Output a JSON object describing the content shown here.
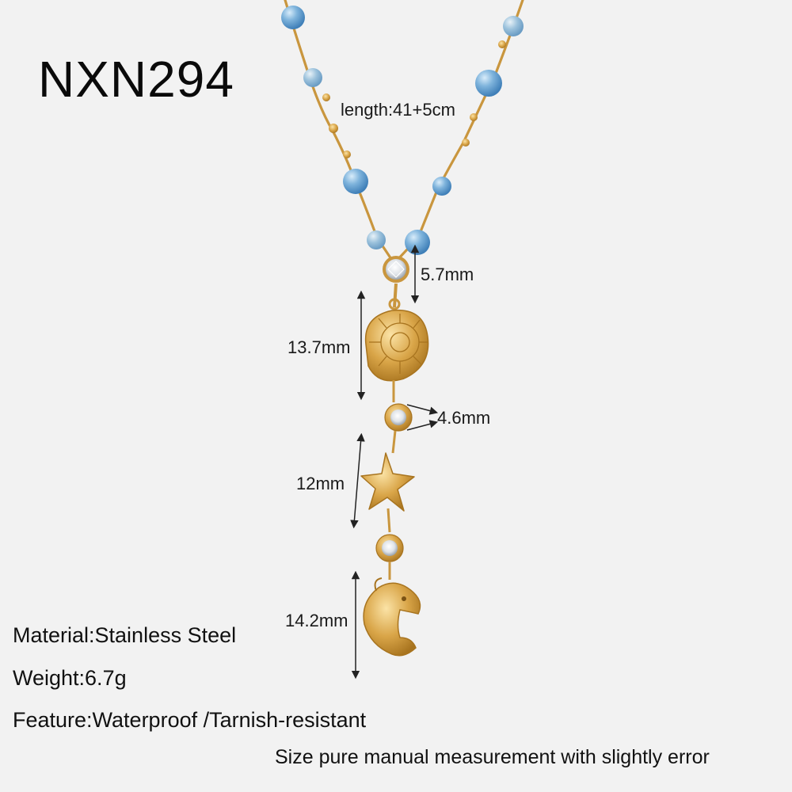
{
  "product_code": "NXN294",
  "dimensions": {
    "length": "length:41+5cm",
    "zircon": "5.7mm",
    "shell": "13.7mm",
    "bezel": "4.6mm",
    "starfish": "12mm",
    "dolphin": "14.2mm"
  },
  "specs": {
    "material": "Material:Stainless Steel",
    "weight": "Weight:6.7g",
    "feature": "Feature:Waterproof /Tarnish-resistant"
  },
  "note": "Size pure manual measurement with slightly error",
  "colors": {
    "background": "#f2f2f2",
    "gold": "#d9a548",
    "bead_blue": "#7fb4dc",
    "text": "#111111"
  }
}
